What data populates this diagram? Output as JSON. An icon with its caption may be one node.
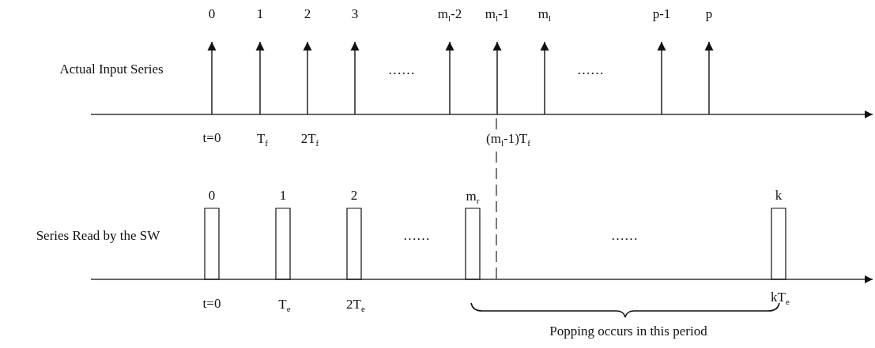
{
  "diagram": {
    "nodes": [
      {
        "text": [],
        "shape": "bar",
        "beside": [
          "0",
          "t=0"
        ]
      },
      {
        "text": [],
        "shape": "bar",
        "beside": [
          "1",
          "T$_{e}$"
        ]
      },
      {
        "text": [],
        "shape": "bar",
        "beside": [
          "2",
          "2T$_{e}$"
        ]
      },
      {
        "text": [],
        "shape": "bar",
        "beside": [
          "m$_{r}$"
        ]
      },
      {
        "text": [],
        "shape": "bar",
        "beside": [
          "k",
          "kT$_{e}$"
        ]
      }
    ],
    "labels": [
      "0",
      "1",
      "2",
      "3",
      "m$_{l}$-2",
      "m$_{l}$-1",
      "m$_{l}$",
      "p-1",
      "p",
      "Actual Input Series",
      "……",
      "……",
      "t=0",
      "T$_{f}$",
      "2T$_{f}$",
      "(m$_{l}$-1)T$_{f}$",
      "Series Read by the SW",
      "……",
      "……",
      "Popping occurs in this period"
    ]
  }
}
